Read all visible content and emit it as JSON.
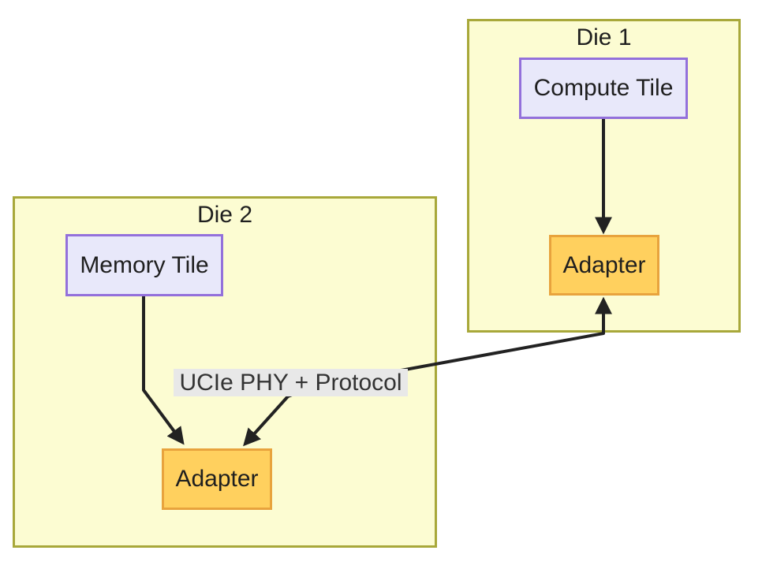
{
  "diagram": {
    "clusters": {
      "die1": {
        "label": "Die 1"
      },
      "die2": {
        "label": "Die 2"
      }
    },
    "nodes": {
      "compute_tile": {
        "label": "Compute Tile"
      },
      "adapter1": {
        "label": "Adapter"
      },
      "memory_tile": {
        "label": "Memory Tile"
      },
      "adapter2": {
        "label": "Adapter"
      }
    },
    "edges": {
      "compute_to_adapter1": {
        "from": "Compute Tile",
        "to": "Adapter",
        "label": ""
      },
      "memory_to_adapter2": {
        "from": "Memory Tile",
        "to": "Adapter",
        "label": ""
      },
      "adapter2_to_adapter1": {
        "from": "Adapter",
        "to": "Adapter",
        "label": "UCIe PHY + Protocol",
        "bidirectional": true
      }
    },
    "edge_labels": {
      "ucie": {
        "label": "UCIe PHY + Protocol"
      }
    },
    "colors": {
      "cluster_fill": "#fcfcd2",
      "cluster_border": "#a8a83a",
      "tile_fill": "#e8e8fa",
      "tile_border": "#9370db",
      "adapter_fill": "#ffd05e",
      "adapter_border": "#e8a33d",
      "edge": "#222222",
      "edge_label_bg": "#e8e8e8",
      "text": "#1f1f1f",
      "edge_label_text": "#333333"
    }
  }
}
